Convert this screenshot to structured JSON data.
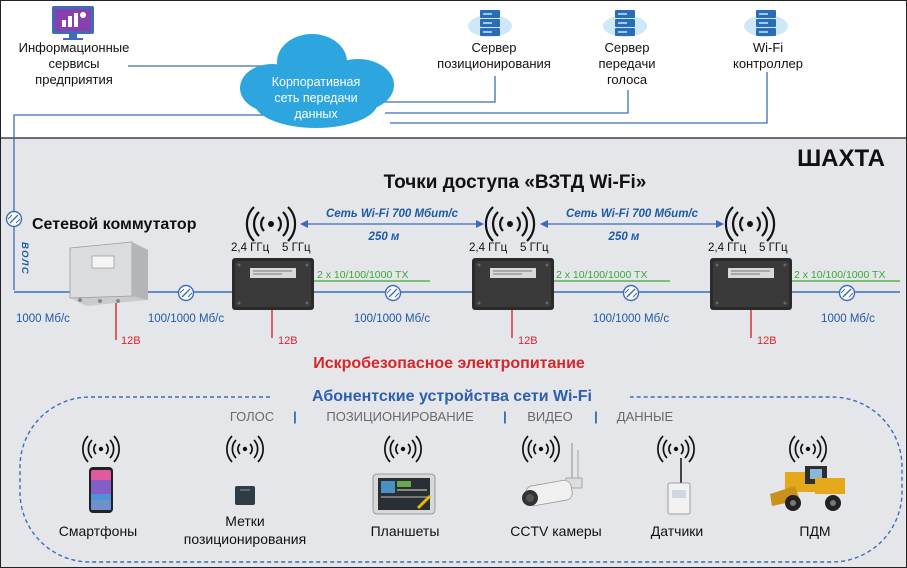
{
  "top": {
    "info_services": [
      "Информационные",
      "сервисы",
      "предприятия"
    ],
    "cloud": [
      "Корпоративная",
      "сеть передачи",
      "данных"
    ],
    "positioning_server": [
      "Сервер",
      "позиционирования"
    ],
    "voice_server": [
      "Сервер",
      "передачи",
      "голоса"
    ],
    "wifi_controller": [
      "Wi-Fi",
      "контроллер"
    ]
  },
  "mine": {
    "label": "ШАХТА",
    "title": "Точки доступа «ВЗТД Wi-Fi»",
    "switch_label": "Сетевой коммутатор",
    "vols": "ВОЛС",
    "link_label": "Сеть Wi-Fi  700 Мбит/с",
    "link_distance": "250 м",
    "freq_24": "2,4 ГГц",
    "freq_5": "5 ГГц",
    "ports": "2 x 10/100/1000 TX",
    "speed_1000": "1000 Мб/с",
    "speed_100_1000": "100/1000 Мб/с",
    "power_12v": "12В",
    "power_title": "Искробезопасное электропитание"
  },
  "subscribers": {
    "title": "Абонентские устройства сети Wi-Fi",
    "categories": [
      "ГОЛОС",
      "ПОЗИЦИОНИРОВАНИЕ",
      "ВИДЕО",
      "ДАННЫЕ"
    ],
    "separator": "|",
    "devices": [
      {
        "label": [
          "Смартфоны"
        ]
      },
      {
        "label": [
          "Метки",
          "позиционирования"
        ]
      },
      {
        "label": [
          "Планшеты"
        ]
      },
      {
        "label": [
          "CCTV камеры"
        ]
      },
      {
        "label": [
          "Датчики"
        ]
      },
      {
        "label": [
          "ПДМ"
        ]
      }
    ]
  },
  "colors": {
    "blue_line": "#3d6db5",
    "label_blue": "#1f5aa6",
    "green": "#3aa935",
    "red": "#d7262b",
    "mine_bg": "#e5e6e9",
    "cloud": "#2da6e0",
    "dark": "#1a1a1a"
  }
}
